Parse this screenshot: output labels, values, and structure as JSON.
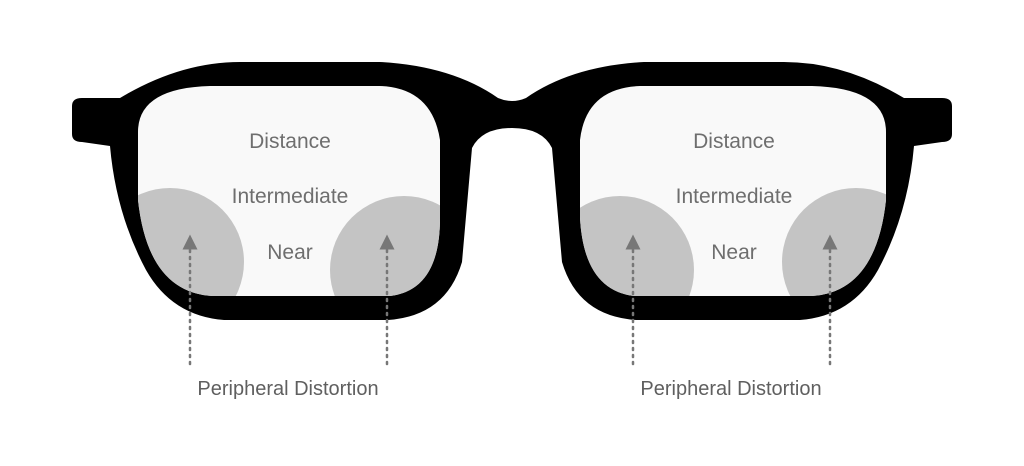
{
  "colors": {
    "background": "#ffffff",
    "frame": "#000000",
    "lens": "#f9f9f9",
    "distortion_zone": "#c4c4c4",
    "label_text": "#6e6e6e",
    "arrow": "#777777"
  },
  "lenses": [
    {
      "side": "left",
      "zones": {
        "distance": "Distance",
        "intermediate": "Intermediate",
        "near": "Near"
      },
      "peripheral_label": "Peripheral Distortion"
    },
    {
      "side": "right",
      "zones": {
        "distance": "Distance",
        "intermediate": "Intermediate",
        "near": "Near"
      },
      "peripheral_label": "Peripheral Distortion"
    }
  ]
}
